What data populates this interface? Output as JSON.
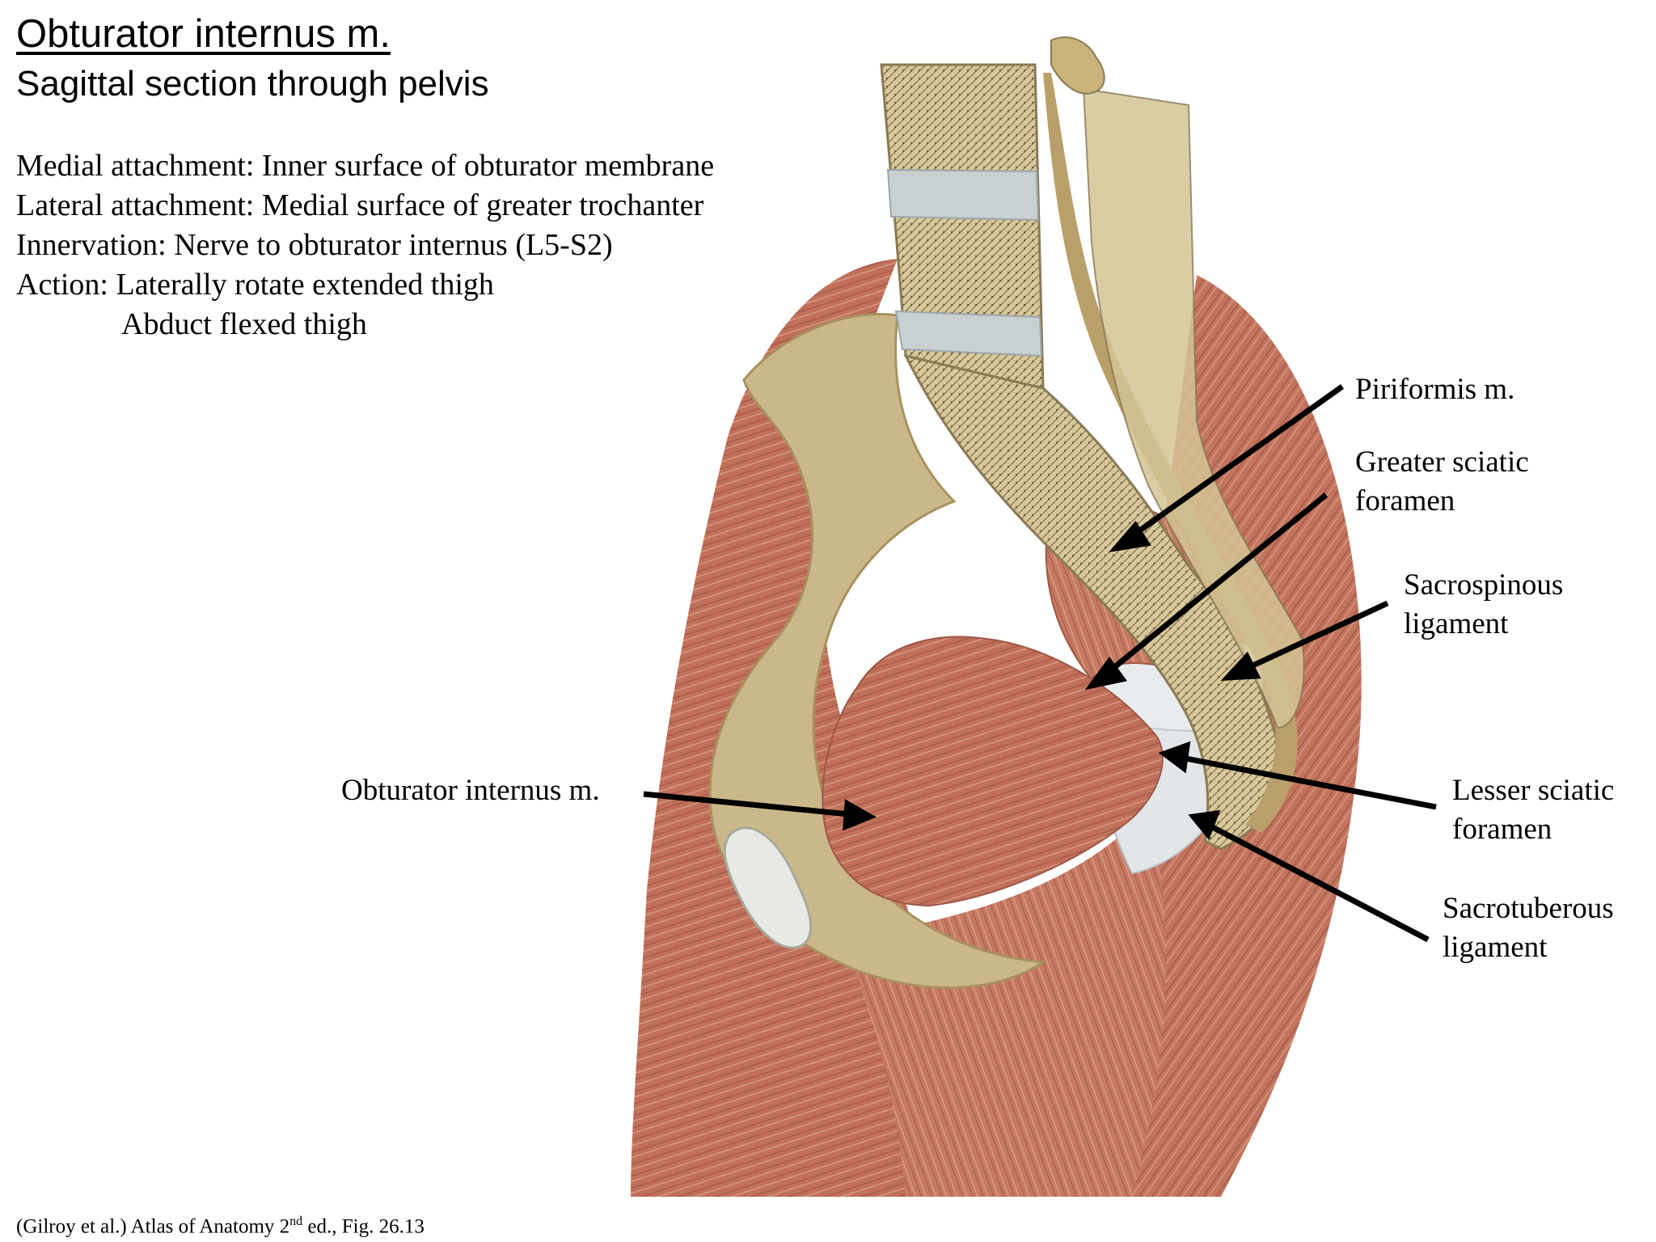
{
  "header": {
    "title": "Obturator internus m.",
    "subtitle": "Sagittal section through pelvis"
  },
  "info": {
    "medial": "Medial attachment: Inner surface of obturator membrane",
    "lateral": "Lateral attachment: Medial surface of greater trochanter",
    "innervation": "Innervation: Nerve to obturator internus (L5-S2)",
    "action": "Action: Laterally rotate extended thigh",
    "action_2": "Abduct flexed thigh"
  },
  "labels": {
    "piriformis": "Piriformis m.",
    "greater_sciatic_1": "Greater sciatic",
    "greater_sciatic_2": "foramen",
    "sacrospinous_1": "Sacrospinous",
    "sacrospinous_2": "ligament",
    "obturator": "Obturator internus m.",
    "lesser_sciatic_1": "Lesser sciatic",
    "lesser_sciatic_2": "foramen",
    "sacrotuberous_1": "Sacrotuberous",
    "sacrotuberous_2": "ligament"
  },
  "credit": {
    "prefix": "(Gilroy et al.) Atlas of Anatomy 2",
    "sup": "nd",
    "suffix": " ed., Fig. 26.13"
  },
  "colors": {
    "muscle": "#c0705a",
    "muscle_light": "#d6937c",
    "bone": "#cbb88a",
    "bone_dark": "#a8915e",
    "disc": "#c8d0d2",
    "ligament": "#e4e8ea",
    "arrow": "#000000"
  }
}
